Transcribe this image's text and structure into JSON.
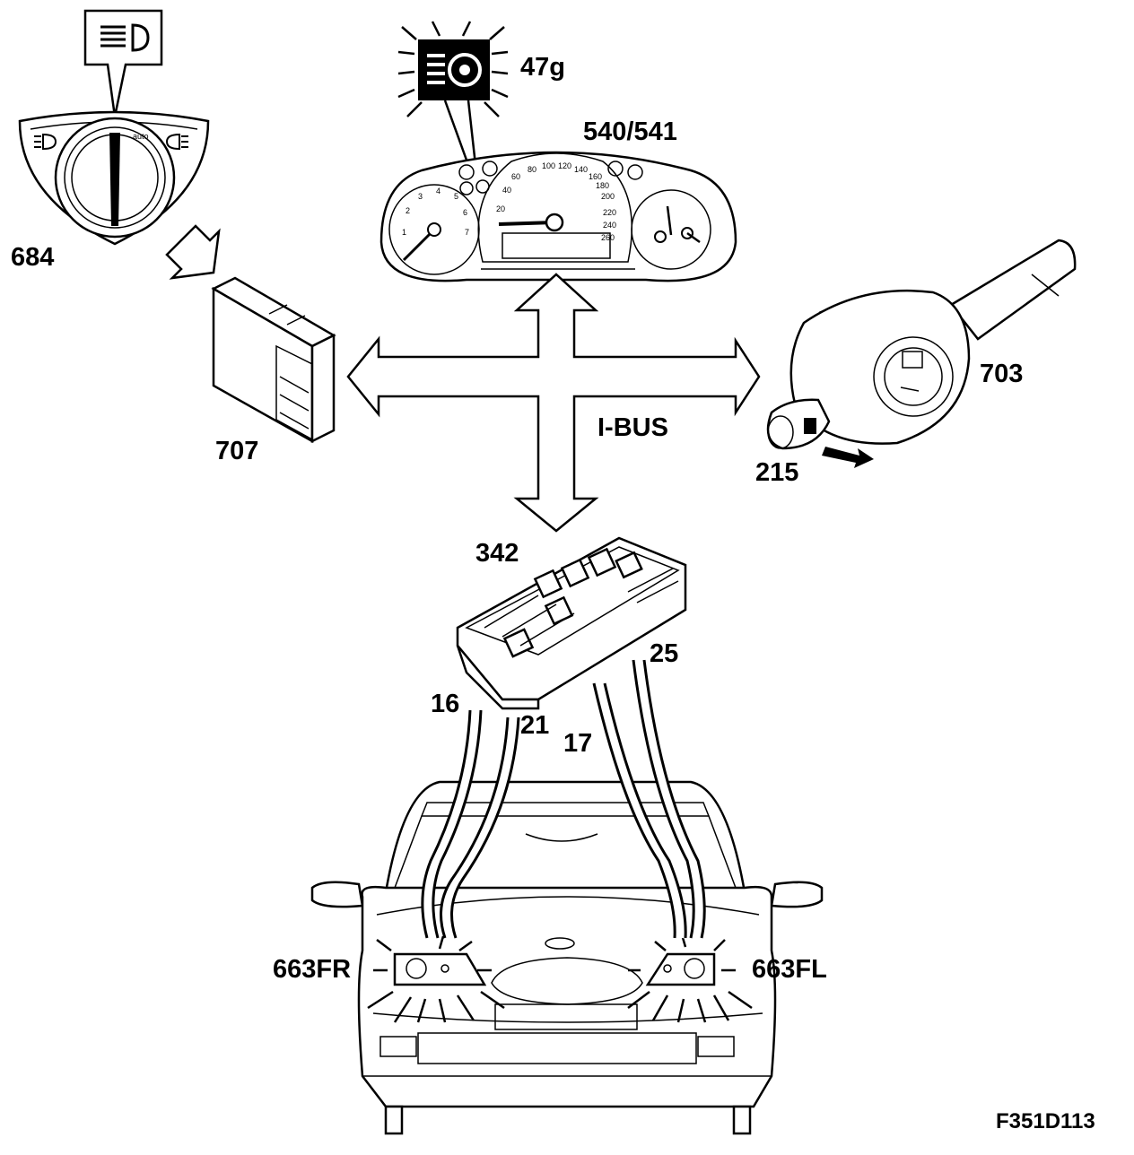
{
  "labels": {
    "switch": "684",
    "warning_lamp": "47g",
    "instrument_cluster": "540/541",
    "control_module": "707",
    "stalk_module": "703",
    "stalk_switch": "215",
    "bus": "I-BUS",
    "fuse_box": "342",
    "pin_25": "25",
    "pin_16": "16",
    "pin_21": "21",
    "pin_17": "17",
    "headlamp_right": "663FR",
    "headlamp_left": "663FL",
    "figure_code": "F351D113"
  },
  "gauges": {
    "speed_ticks": [
      "20",
      "40",
      "60",
      "80",
      "100",
      "120",
      "140",
      "160",
      "180",
      "200",
      "220",
      "240",
      "260"
    ],
    "tach_ticks": [
      "1",
      "2",
      "3",
      "4",
      "5",
      "6",
      "7"
    ]
  },
  "colors": {
    "ink": "#000000",
    "paper": "#ffffff"
  }
}
